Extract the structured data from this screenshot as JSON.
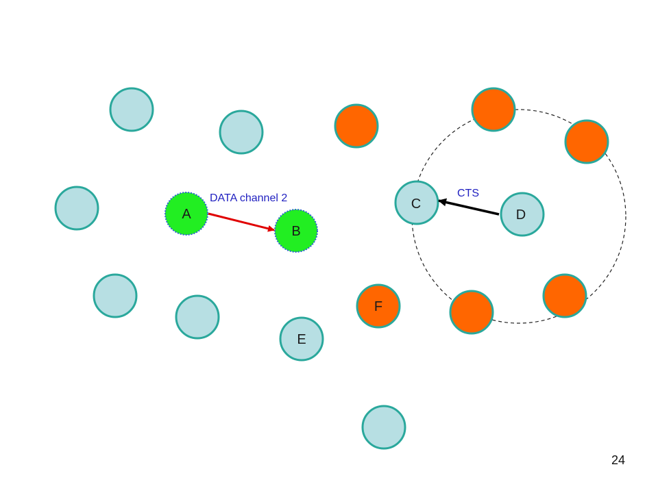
{
  "diagram": {
    "colors": {
      "idle_fill": "#b7dfe3",
      "idle_stroke": "#2aa89c",
      "blocked_fill": "#ff6600",
      "active_fill": "#22ee22",
      "active_stroke": "#2c5fd6",
      "data_arrow": "#e00000",
      "cts_arrow": "#000000",
      "label_text": "#1f1fc0"
    },
    "nodes": {
      "a": {
        "label": "A",
        "state": "active"
      },
      "b": {
        "label": "B",
        "state": "active"
      },
      "c": {
        "label": "C",
        "state": "idle"
      },
      "d": {
        "label": "D",
        "state": "idle"
      },
      "e": {
        "label": "E",
        "state": "idle"
      },
      "f": {
        "label": "F",
        "state": "blocked"
      }
    },
    "edges": {
      "data": {
        "from": "A",
        "to": "B",
        "label": "DATA channel 2"
      },
      "cts": {
        "from": "D",
        "to": "C",
        "label": "CTS"
      }
    }
  },
  "page_number": "24"
}
